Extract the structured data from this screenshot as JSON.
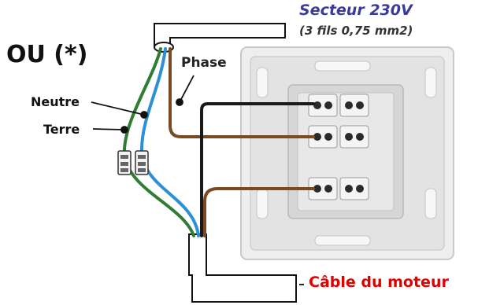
{
  "labels": {
    "or_note": "OU (*)",
    "neutral": "Neutre",
    "earth": "Terre",
    "phase": "Phase",
    "mains_title": "Secteur 230V",
    "mains_subtitle": "(3 fils 0,75 mm2)",
    "motor_cable": "Câble du moteur"
  },
  "colors": {
    "earth_wire": "#2e7d32",
    "neutral_wire": "#2e8fd6",
    "phase_wire": "#7a4a22",
    "motor_black_wire": "#1a1a1a",
    "mains_title_color": "#3a3a9a",
    "motor_label_color": "#e00000",
    "switch_body": "#e6e6e6"
  },
  "icons": {
    "connector": "wago-terminal-icon",
    "switch": "wall-switch-icon"
  }
}
